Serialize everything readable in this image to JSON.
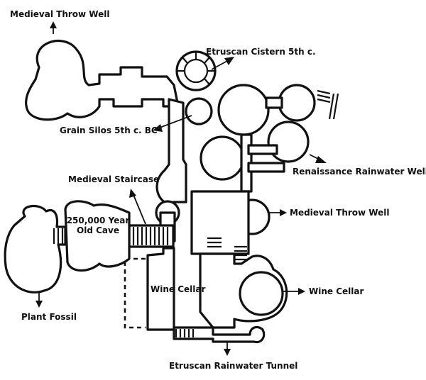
{
  "labels": {
    "medieval_throw_well_top": "Medieval Throw Well",
    "etruscan_cistern": "Etruscan Cistern 5th c.",
    "grain_silos": "Grain Silos 5th c. BC",
    "medieval_staircase": "Medieval Staircase",
    "cave_line1": "250,000 Year",
    "cave_line2": "Old Cave",
    "renaissance_well": "Renaissance Rainwater Well",
    "medieval_throw_well_right": "Medieval Throw Well",
    "wine_cellar_left": "Wine Cellar",
    "wine_cellar_right": "Wine Cellar",
    "plant_fossil": "Plant Fossil",
    "etruscan_tunnel": "Etruscan Rainwater Tunnel"
  },
  "colors": {
    "ink": "#111111",
    "background": "#ffffff"
  }
}
